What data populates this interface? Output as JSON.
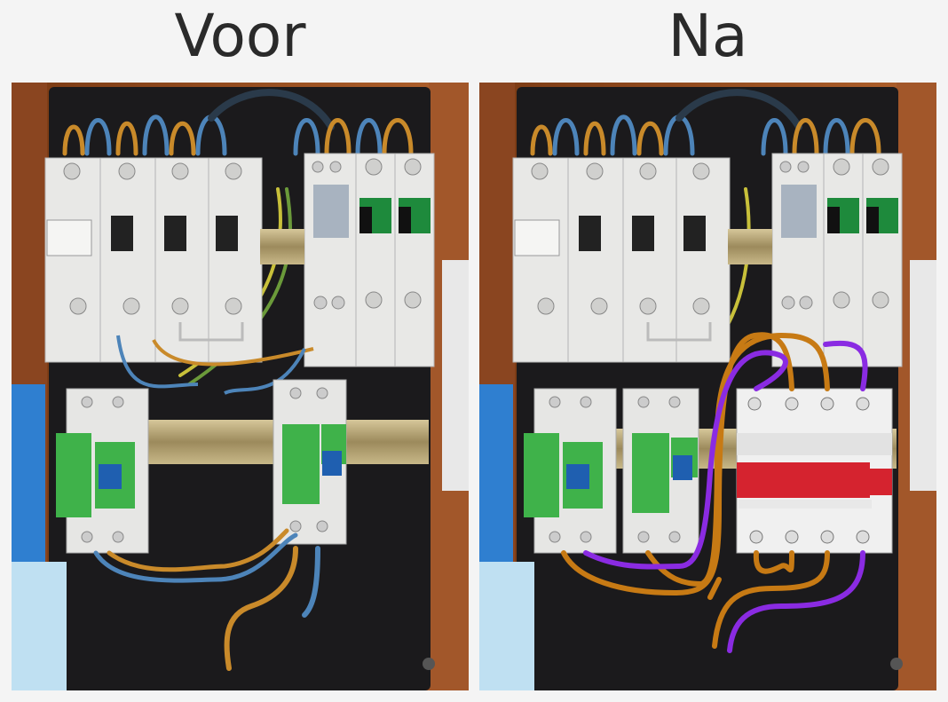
{
  "titles": {
    "before": "Voor",
    "after": "Na"
  },
  "colors": {
    "wood": "#9c4f22",
    "enclosure": "#1b1a1c",
    "breaker_body": "#e8e8e6",
    "rail": "#b8a47a",
    "wire_brown": "#c98a2a",
    "wire_blue": "#4d84b9",
    "rcd_label": "#3fb24a",
    "toggle_blue": "#1f5fb0",
    "isolator_red": "#d5232f",
    "drawn_orange": "#c77a14",
    "drawn_purple": "#8a2be2"
  },
  "icons": [
    "breaker-module",
    "rcd-switch",
    "four-pole-isolator",
    "din-rail"
  ]
}
